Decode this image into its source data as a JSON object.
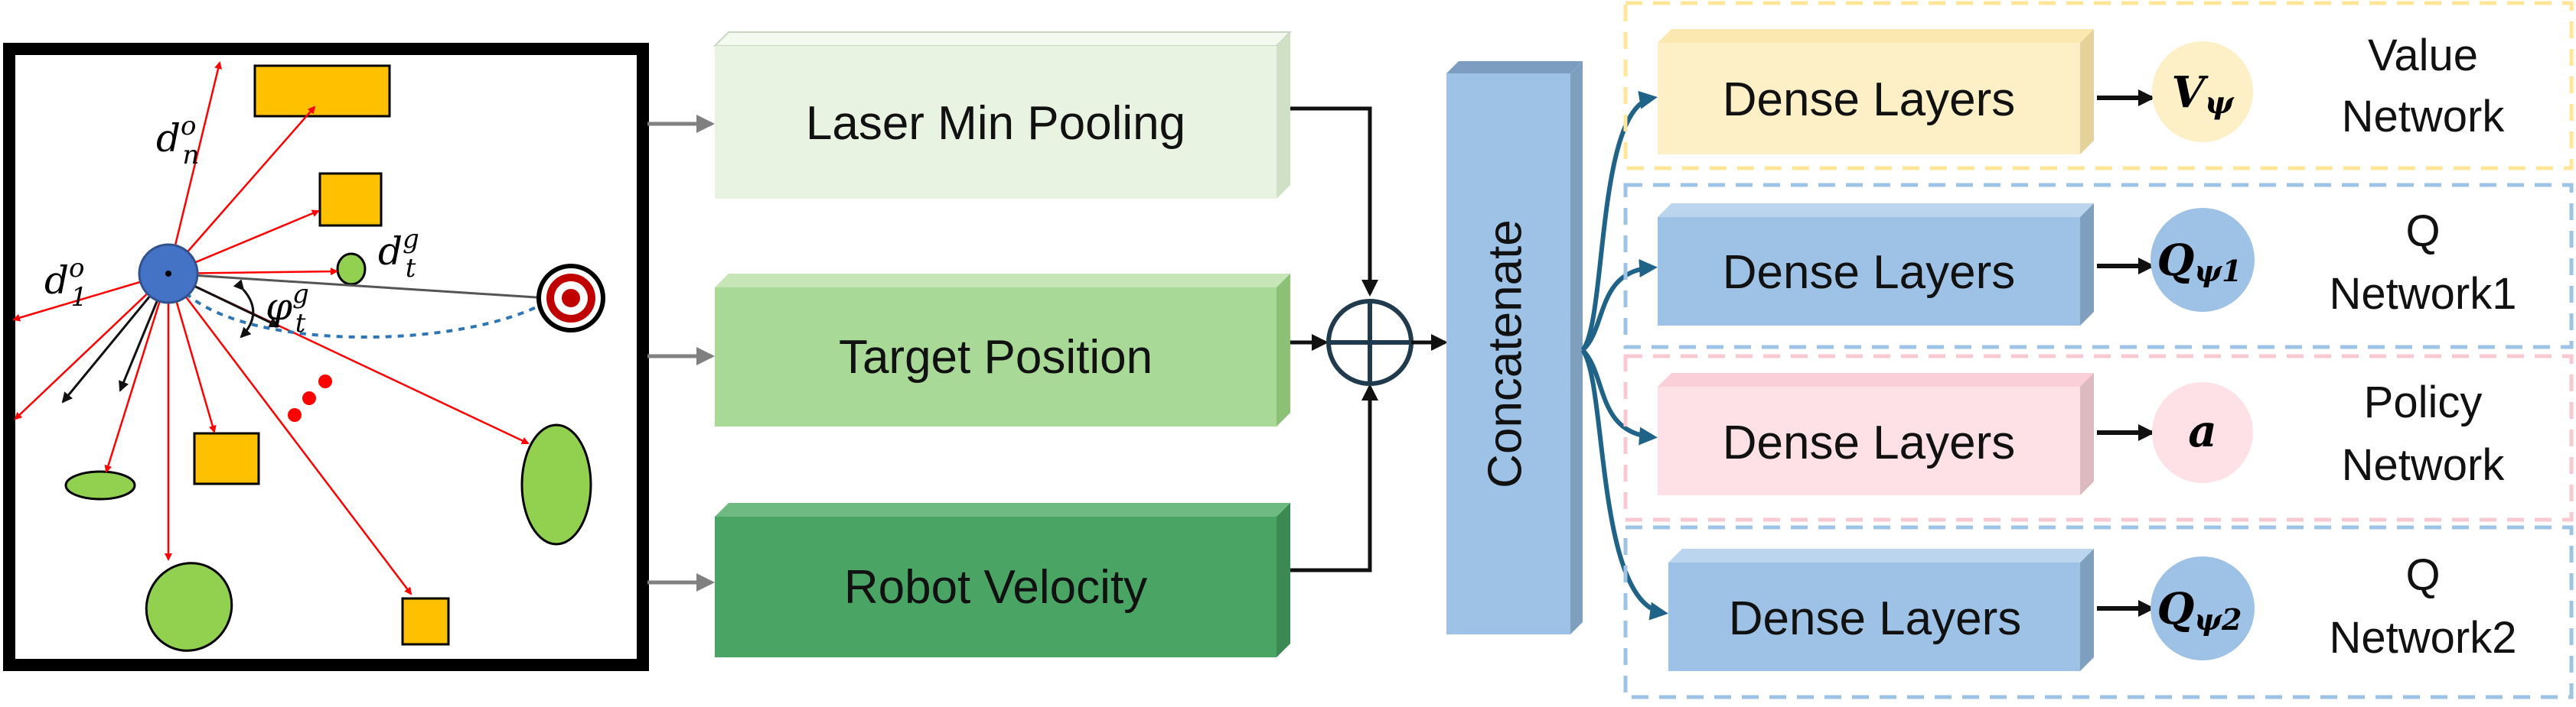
{
  "scene": {
    "label_dn": "d",
    "label_dn_sup": "o",
    "label_dn_sub": "n",
    "label_d1": "d",
    "label_d1_sup": "o",
    "label_d1_sub": "1",
    "label_dt": "d",
    "label_dt_sup": "g",
    "label_dt_sub": "t",
    "label_phi": "φ",
    "label_phi_sup": "g",
    "label_phi_sub": "t"
  },
  "inputs": [
    {
      "label": "Laser Min Pooling",
      "color": "#e8f4e1"
    },
    {
      "label": "Target Position",
      "color": "#a9d996"
    },
    {
      "label": "Robot Velocity",
      "color": "#4aa565"
    }
  ],
  "concat": {
    "label": "Concatenate",
    "color": "#9ec2e6"
  },
  "heads": [
    {
      "dense_label": "Dense Layers",
      "output_symbol": "V",
      "output_sub": "ψ",
      "network_line1": "Value",
      "network_line2": "Network",
      "box_color": "#fdf0c7",
      "circle_color": "#fdf0c7",
      "frame_color": "#ffe699"
    },
    {
      "dense_label": "Dense Layers",
      "output_symbol": "Q",
      "output_sub": "ψ1",
      "network_line1": "Q",
      "network_line2": "Network1",
      "box_color": "#9ec2e6",
      "circle_color": "#9ec2e6",
      "frame_color": "#9dc3e6"
    },
    {
      "dense_label": "Dense Layers",
      "output_symbol": "a",
      "output_sub": "",
      "network_line1": "Policy",
      "network_line2": "Network",
      "box_color": "#fde1e6",
      "circle_color": "#fde1e6",
      "frame_color": "#f8c9d1"
    },
    {
      "dense_label": "Dense Layers",
      "output_symbol": "Q",
      "output_sub": "ψ2",
      "network_line1": "Q",
      "network_line2": "Network2",
      "box_color": "#9ec2e6",
      "circle_color": "#9ec2e6",
      "frame_color": "#9dc3e6"
    }
  ],
  "colors": {
    "laser_ray": "#ff0000",
    "robot": "#4472c4",
    "obstacle_green": "#92d050",
    "obstacle_yellow": "#ffc000",
    "arrow_teal": "#1f6488",
    "path_dotted": "#2e75b6"
  }
}
